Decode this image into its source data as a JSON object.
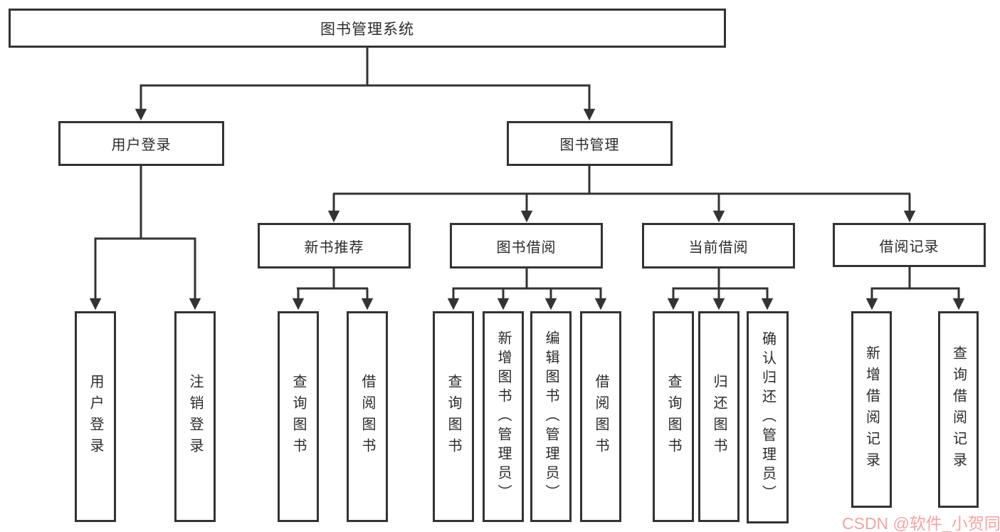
{
  "colors": {
    "line": "#333333",
    "box_border": "#333333",
    "box_background": "#ffffff",
    "text": "#2b2b2b",
    "watermark": "#f5a3a3",
    "page_background": "#ffffff"
  },
  "tree": {
    "root": {
      "label": "图书管理系统"
    },
    "branches": [
      {
        "label": "用户登录",
        "children": [
          {
            "label": "用户登录"
          },
          {
            "label": "注销登录"
          }
        ]
      },
      {
        "label": "图书管理",
        "children": [
          {
            "label": "新书推荐",
            "children": [
              {
                "label": "查询图书"
              },
              {
                "label": "借阅图书"
              }
            ]
          },
          {
            "label": "图书借阅",
            "children": [
              {
                "label": "查询图书"
              },
              {
                "label": "新增图书（管理员）"
              },
              {
                "label": "编辑图书（管理员）"
              },
              {
                "label": "借阅图书"
              }
            ]
          },
          {
            "label": "当前借阅",
            "children": [
              {
                "label": "查询图书"
              },
              {
                "label": "归还图书"
              },
              {
                "label": "确认归还（管理员）"
              }
            ]
          },
          {
            "label": "借阅记录",
            "children": [
              {
                "label": "新增借阅记录"
              },
              {
                "label": "查询借阅记录"
              }
            ]
          }
        ]
      }
    ]
  },
  "watermark": {
    "text": "CSDN @软件_小贺同学"
  }
}
